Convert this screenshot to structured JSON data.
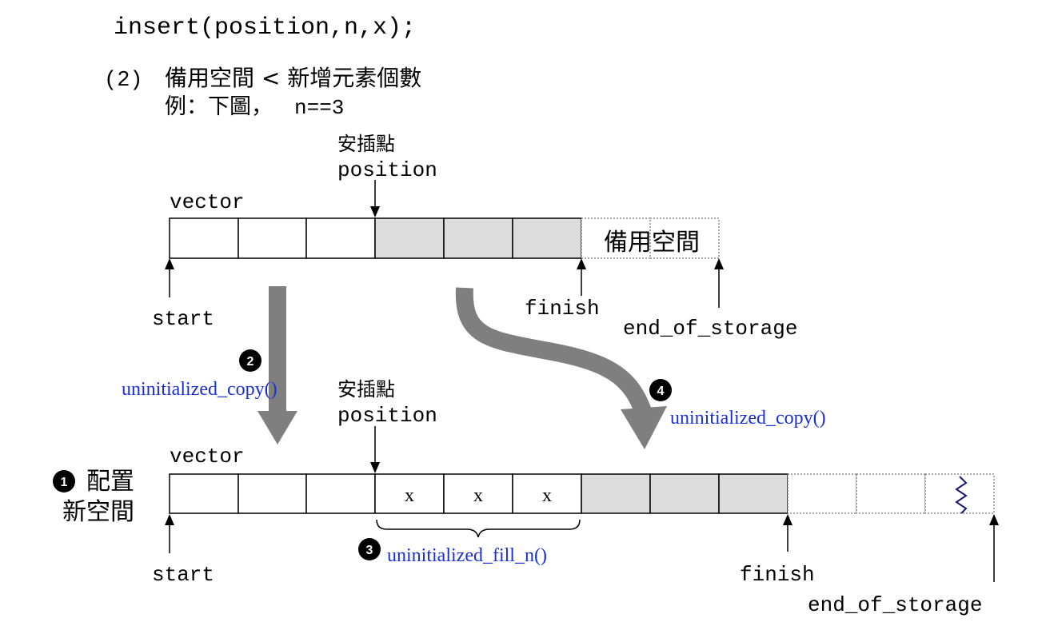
{
  "header": {
    "code": "insert(position,n,x);",
    "case_label": "(2)",
    "case_text": "備用空間 < 新增元素個數",
    "example_prefix": "例：下圖，",
    "example_value": "n==3"
  },
  "top_vector": {
    "label": "vector",
    "insert_label_cjk": "安插點",
    "insert_label": "position",
    "start_label": "start",
    "finish_label": "finish",
    "end_label": "end_of_storage",
    "spare_label": "備用空間"
  },
  "bottom_vector": {
    "label": "vector",
    "insert_label_cjk": "安插點",
    "insert_label": "position",
    "start_label": "start",
    "finish_label": "finish",
    "end_label": "end_of_storage",
    "new_cells": [
      "x",
      "x",
      "x"
    ]
  },
  "steps": {
    "step1_num": "1",
    "step1_line1": "配置",
    "step1_line2": "新空間",
    "step2_num": "2",
    "step2_label": "uninitialized_copy()",
    "step3_num": "3",
    "step3_label": "uninitialized_fill_n()",
    "step4_num": "4",
    "step4_label": "uninitialized_copy()"
  },
  "colors": {
    "shaded_cell": "#dcdcdc",
    "arrow_gray": "#7f7f7f",
    "function_blue": "#1a2fd6"
  }
}
